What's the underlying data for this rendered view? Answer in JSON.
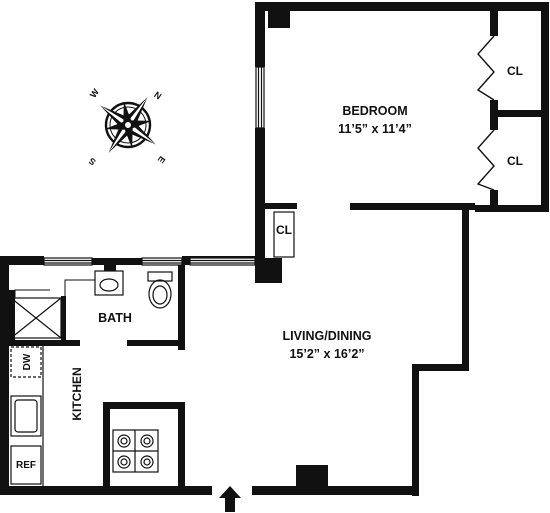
{
  "rooms": {
    "bedroom": {
      "name": "BEDROOM",
      "size": "11’5” x 11’4”"
    },
    "living": {
      "name": "LIVING/DINING",
      "size": "15’2” x 16’2”"
    },
    "bath": {
      "name": "BATH"
    },
    "kitchen": {
      "name": "KITCHEN"
    }
  },
  "closets": {
    "upper": "CL",
    "lower": "CL",
    "hall": "CL"
  },
  "appliances": {
    "dishwasher": "DW",
    "fridge": "REF"
  },
  "compass": {
    "n": "N",
    "e": "E",
    "s": "S",
    "w": "W"
  },
  "colors": {
    "wall": "#111111",
    "background": "#ffffff"
  }
}
